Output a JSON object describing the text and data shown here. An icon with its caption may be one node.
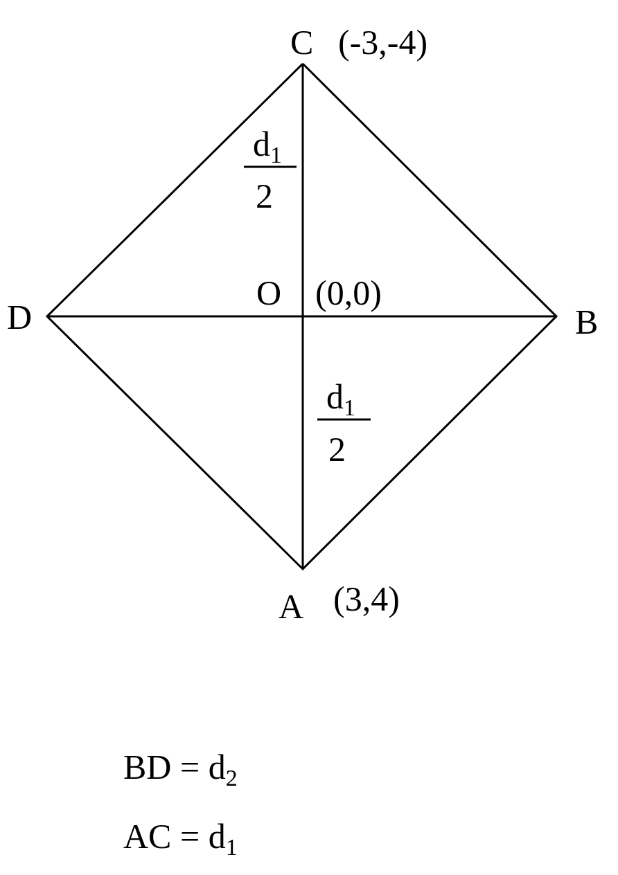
{
  "diagram": {
    "labels": [
      "C",
      "(-3,-4)",
      "d$_{1}$",
      "2",
      "O",
      "(0,0)",
      "D",
      "B",
      "d$_{1}$",
      "2",
      "A",
      "(3,4)",
      "BD = d$_{2}$",
      "AC = d$_{1}$"
    ]
  }
}
